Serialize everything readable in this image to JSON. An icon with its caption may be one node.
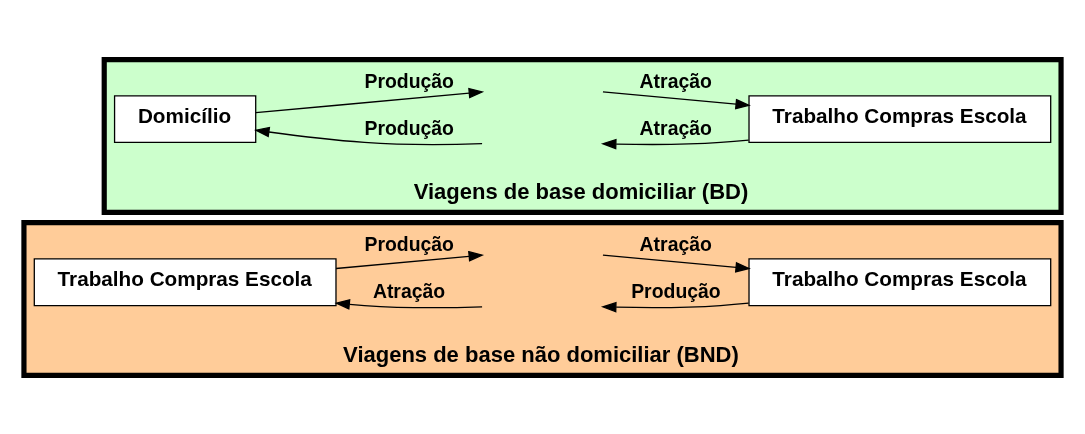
{
  "diagram": {
    "nodes": [
      {
        "text": [
          "Viagens de base domiciliar (BD)"
        ]
      },
      {
        "text": [
          "Domicílio"
        ],
        "in": 0
      },
      {
        "text": [
          "Trabalho Compras Escola"
        ],
        "in": 0
      },
      {
        "text": [
          "Viagens de base não domiciliar (BND)"
        ]
      },
      {
        "text": [
          "Trabalho Compras Escola"
        ],
        "in": 3
      },
      {
        "text": [
          "Trabalho Compras Escola"
        ],
        "in": 3
      }
    ],
    "edges": [
      {
        "from": 1,
        "to": null,
        "arrow": "to",
        "label": "Produção"
      },
      {
        "from": null,
        "to": 1,
        "arrow": "to",
        "label": "Produção"
      },
      {
        "from": null,
        "to": 2,
        "arrow": "to",
        "label": "Atração"
      },
      {
        "from": 2,
        "to": null,
        "arrow": "to",
        "label": "Atração"
      },
      {
        "from": 4,
        "to": null,
        "arrow": "to",
        "label": "Produção"
      },
      {
        "from": null,
        "to": 4,
        "arrow": "to",
        "label": "Atração"
      },
      {
        "from": null,
        "to": 5,
        "arrow": "to",
        "label": "Atração"
      },
      {
        "from": 5,
        "to": null,
        "arrow": "to",
        "label": "Produção"
      }
    ]
  }
}
